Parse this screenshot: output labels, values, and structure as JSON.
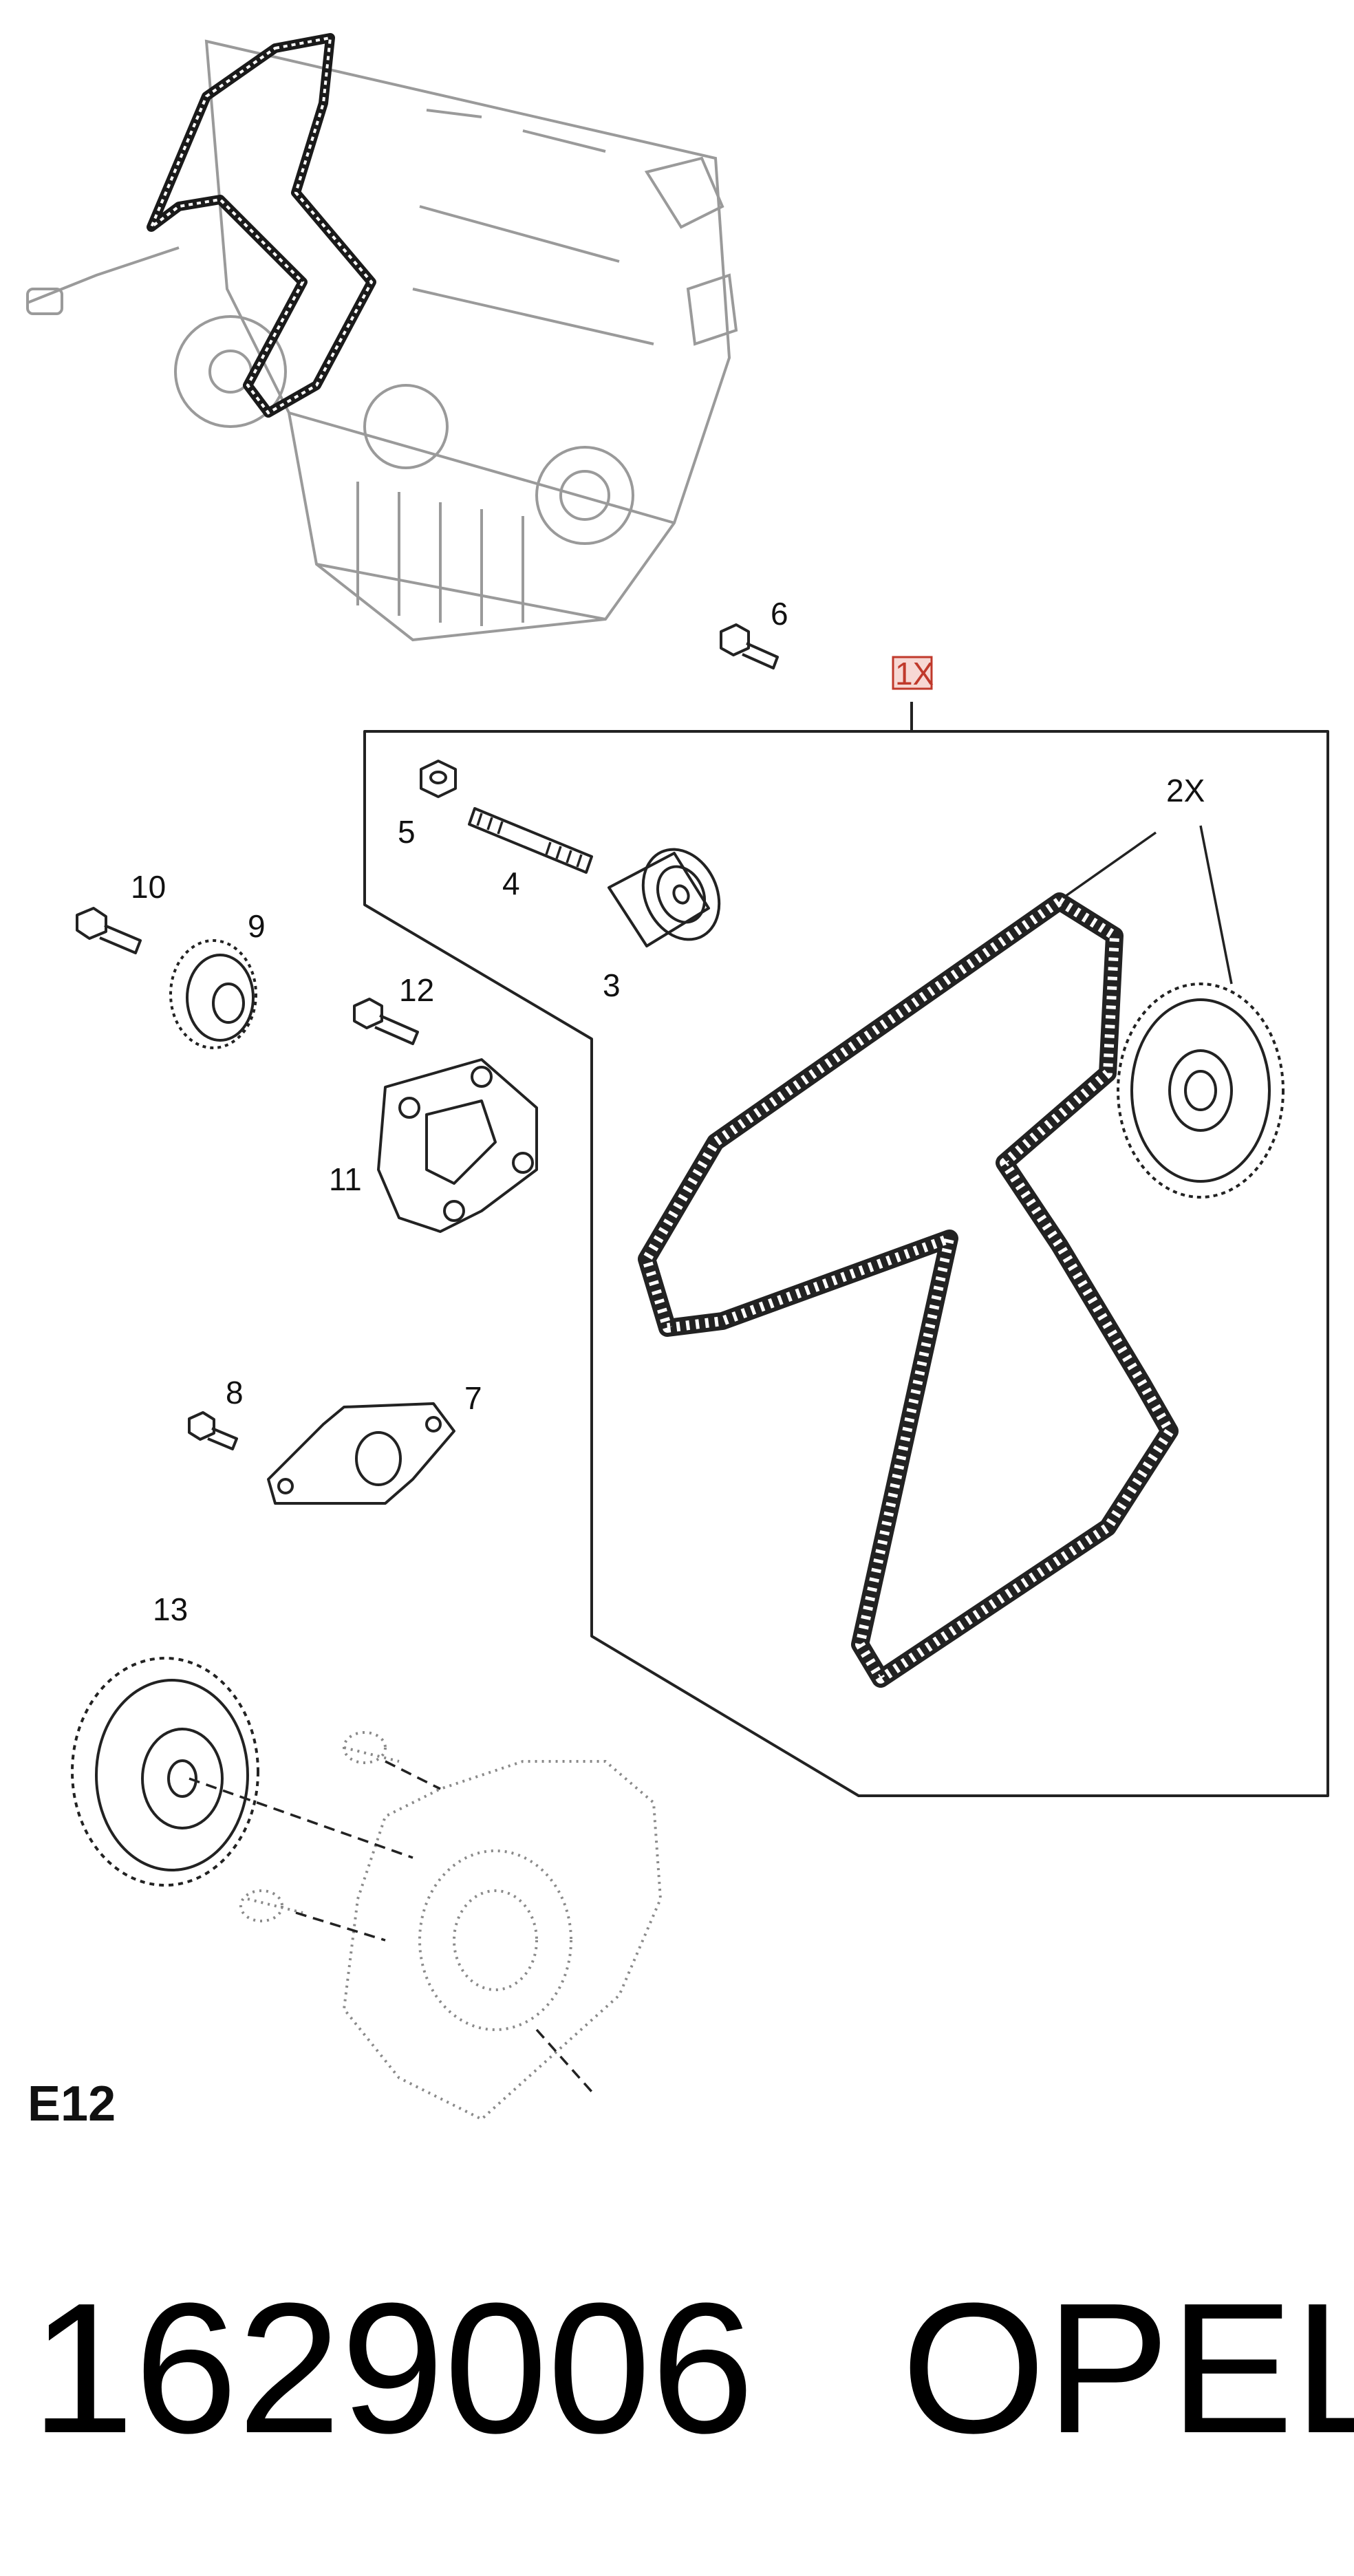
{
  "diagram": {
    "section_label": "E12",
    "kit_quantity_label": "1X",
    "belt_pulley_quantity_label": "2X",
    "callouts": {
      "p3": "3",
      "p4": "4",
      "p5": "5",
      "p6": "6",
      "p7": "7",
      "p8": "8",
      "p9": "9",
      "p10": "10",
      "p11": "11",
      "p12": "12",
      "p13": "13"
    }
  },
  "footer": {
    "part_number": "1629006",
    "brand": "OPEL"
  }
}
